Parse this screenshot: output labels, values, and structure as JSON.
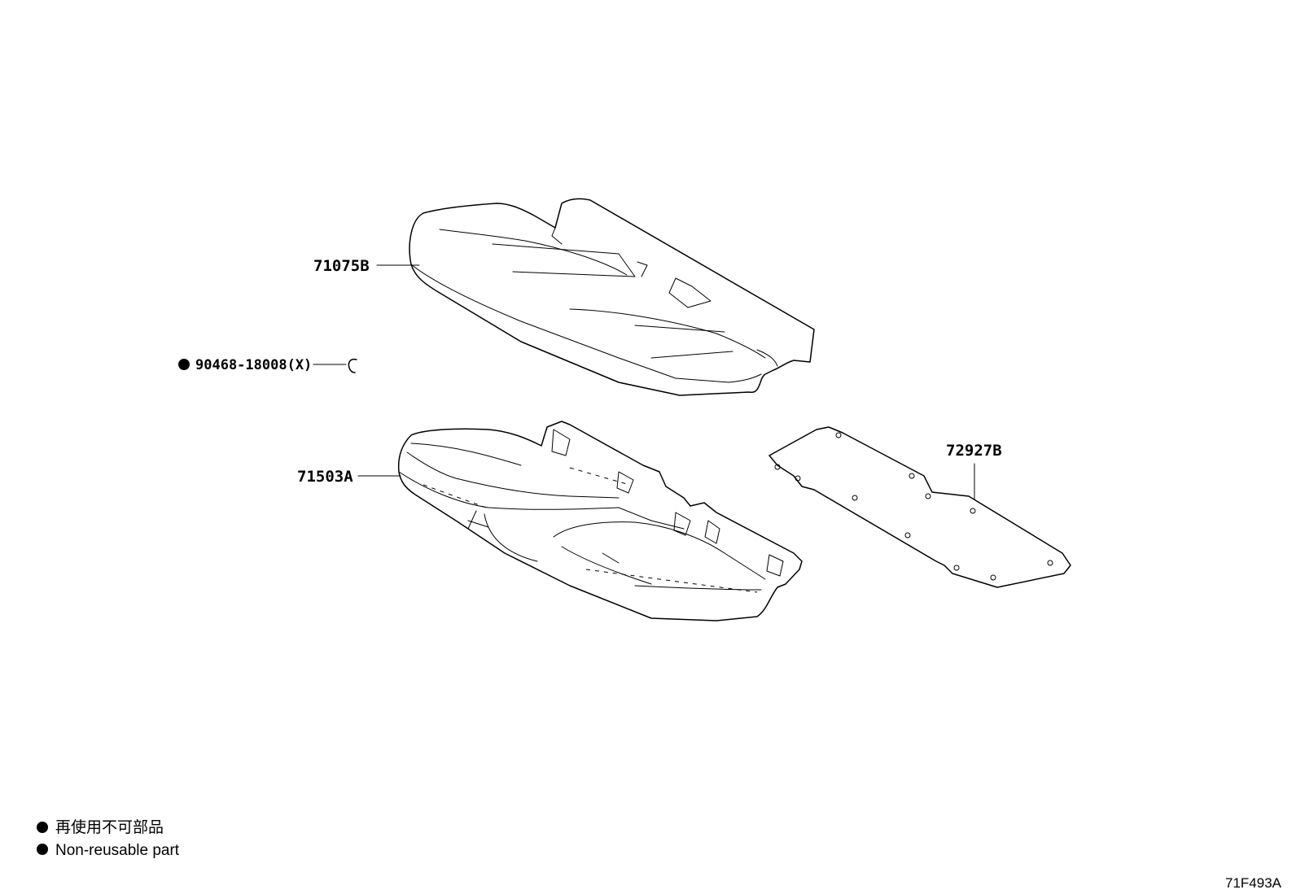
{
  "parts": [
    {
      "id": "seat-cushion-cover",
      "label": "71075B"
    },
    {
      "id": "clip",
      "label": "90468-18008(X)",
      "non_reusable": true
    },
    {
      "id": "seat-cushion-pad",
      "label": "71503A"
    },
    {
      "id": "cushion-board",
      "label": "72927B"
    }
  ],
  "legend": {
    "marker": "●",
    "line_ja": "再使用不可部品",
    "line_en": "Non-reusable part"
  },
  "diagram_code": "71F493A",
  "colors": {
    "line": "#000000",
    "background": "#ffffff"
  }
}
